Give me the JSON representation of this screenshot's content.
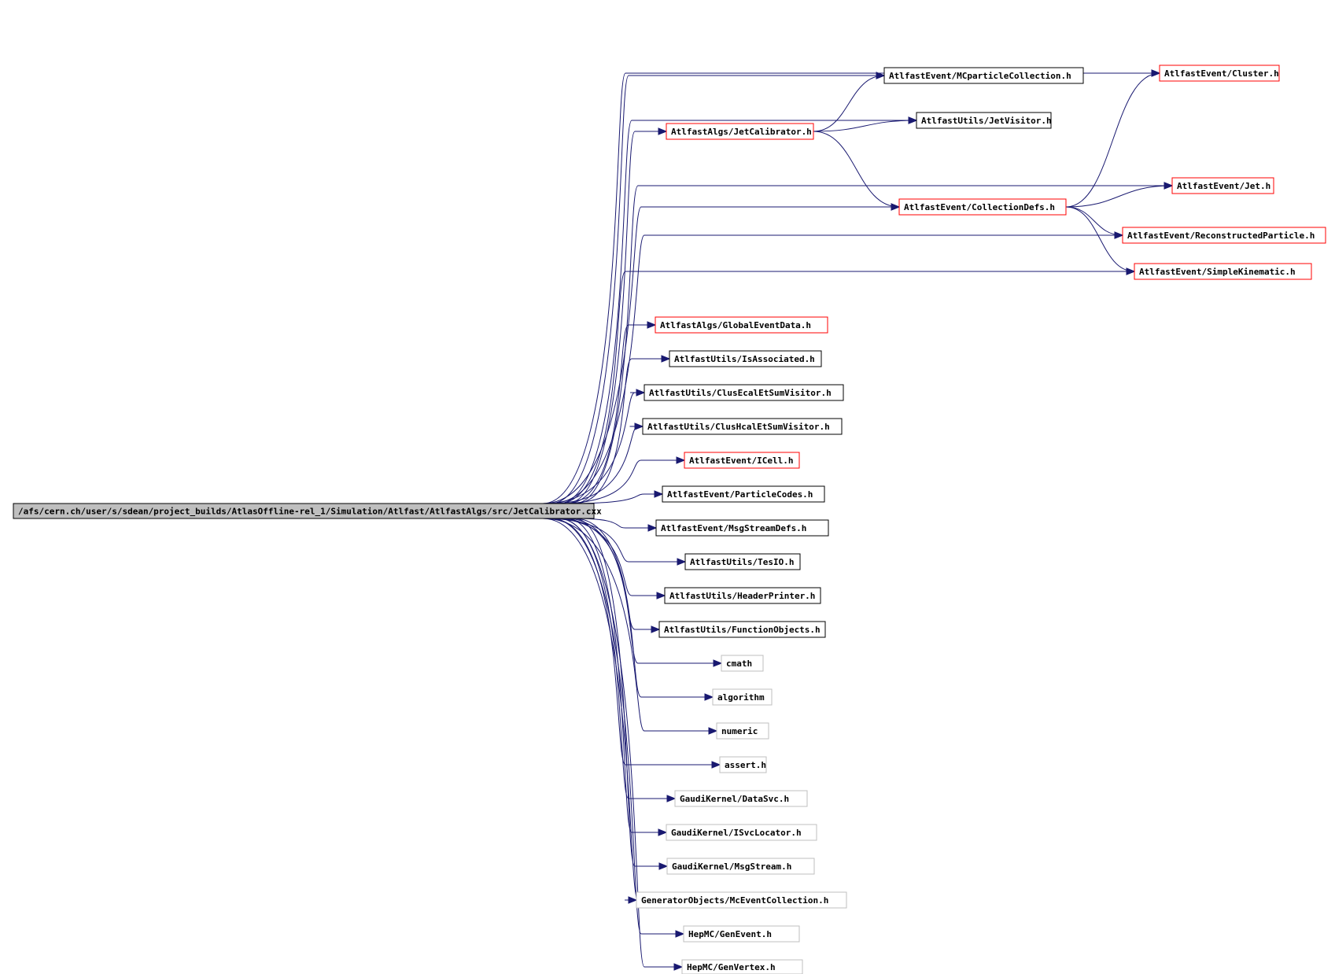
{
  "graph": {
    "title": "",
    "root": "/afs/cern.ch/user/s/sdean/project_builds/AtlasOffline-rel_1/Simulation/Atlfast/AtlfastAlgs/src/JetCalibrator.cxx",
    "colors": {
      "edge": "#191970",
      "root_fill": "#bfbfbf",
      "documented_border": "#000000",
      "truncated_border": "#ff0000",
      "external_border": "#bfbfbf"
    },
    "nodes": [
      {
        "id": "root",
        "label": "/afs/cern.ch/user/s/sdean/project_builds/AtlasOffline-rel_1/Simulation/Atlfast/AtlfastAlgs/src/JetCalibrator.cxx",
        "kind": "root"
      },
      {
        "id": "cluster",
        "label": "AtlfastEvent/Cluster.h",
        "kind": "truncated"
      },
      {
        "id": "mcpc",
        "label": "AtlfastEvent/MCparticleCollection.h",
        "kind": "documented"
      },
      {
        "id": "jetvisitor",
        "label": "AtlfastUtils/JetVisitor.h",
        "kind": "documented"
      },
      {
        "id": "jetcal",
        "label": "AtlfastAlgs/JetCalibrator.h",
        "kind": "truncated"
      },
      {
        "id": "jet",
        "label": "AtlfastEvent/Jet.h",
        "kind": "truncated"
      },
      {
        "id": "colldefs",
        "label": "AtlfastEvent/CollectionDefs.h",
        "kind": "truncated"
      },
      {
        "id": "recopart",
        "label": "AtlfastEvent/ReconstructedParticle.h",
        "kind": "truncated"
      },
      {
        "id": "simplekin",
        "label": "AtlfastEvent/SimpleKinematic.h",
        "kind": "truncated"
      },
      {
        "id": "globalevt",
        "label": "AtlfastAlgs/GlobalEventData.h",
        "kind": "truncated"
      },
      {
        "id": "isassoc",
        "label": "AtlfastUtils/IsAssociated.h",
        "kind": "documented"
      },
      {
        "id": "clusecal",
        "label": "AtlfastUtils/ClusEcalEtSumVisitor.h",
        "kind": "documented"
      },
      {
        "id": "clushcal",
        "label": "AtlfastUtils/ClusHcalEtSumVisitor.h",
        "kind": "documented"
      },
      {
        "id": "icell",
        "label": "AtlfastEvent/ICell.h",
        "kind": "truncated"
      },
      {
        "id": "partcodes",
        "label": "AtlfastEvent/ParticleCodes.h",
        "kind": "documented"
      },
      {
        "id": "msgdefs",
        "label": "AtlfastEvent/MsgStreamDefs.h",
        "kind": "documented"
      },
      {
        "id": "tesio",
        "label": "AtlfastUtils/TesIO.h",
        "kind": "documented"
      },
      {
        "id": "hdrprinter",
        "label": "AtlfastUtils/HeaderPrinter.h",
        "kind": "documented"
      },
      {
        "id": "funcobj",
        "label": "AtlfastUtils/FunctionObjects.h",
        "kind": "documented"
      },
      {
        "id": "cmath",
        "label": "cmath",
        "kind": "external"
      },
      {
        "id": "algorithm",
        "label": "algorithm",
        "kind": "external"
      },
      {
        "id": "numeric",
        "label": "numeric",
        "kind": "external"
      },
      {
        "id": "assert",
        "label": "assert.h",
        "kind": "external"
      },
      {
        "id": "datasvc",
        "label": "GaudiKernel/DataSvc.h",
        "kind": "external"
      },
      {
        "id": "isvcloc",
        "label": "GaudiKernel/ISvcLocator.h",
        "kind": "external"
      },
      {
        "id": "msgstream",
        "label": "GaudiKernel/MsgStream.h",
        "kind": "external"
      },
      {
        "id": "mcevtcoll",
        "label": "GeneratorObjects/McEventCollection.h",
        "kind": "external"
      },
      {
        "id": "genevent",
        "label": "HepMC/GenEvent.h",
        "kind": "external"
      },
      {
        "id": "genvertex",
        "label": "HepMC/GenVertex.h",
        "kind": "external"
      }
    ],
    "edges": [
      [
        "root",
        "cluster"
      ],
      [
        "root",
        "mcpc"
      ],
      [
        "root",
        "jetvisitor"
      ],
      [
        "root",
        "jetcal"
      ],
      [
        "root",
        "jet"
      ],
      [
        "root",
        "colldefs"
      ],
      [
        "root",
        "recopart"
      ],
      [
        "root",
        "simplekin"
      ],
      [
        "root",
        "globalevt"
      ],
      [
        "root",
        "isassoc"
      ],
      [
        "root",
        "clusecal"
      ],
      [
        "root",
        "clushcal"
      ],
      [
        "root",
        "icell"
      ],
      [
        "root",
        "partcodes"
      ],
      [
        "root",
        "msgdefs"
      ],
      [
        "root",
        "tesio"
      ],
      [
        "root",
        "hdrprinter"
      ],
      [
        "root",
        "funcobj"
      ],
      [
        "root",
        "cmath"
      ],
      [
        "root",
        "algorithm"
      ],
      [
        "root",
        "numeric"
      ],
      [
        "root",
        "assert"
      ],
      [
        "root",
        "datasvc"
      ],
      [
        "root",
        "isvcloc"
      ],
      [
        "root",
        "msgstream"
      ],
      [
        "root",
        "mcevtcoll"
      ],
      [
        "root",
        "genevent"
      ],
      [
        "root",
        "genvertex"
      ],
      [
        "jetcal",
        "mcpc"
      ],
      [
        "jetcal",
        "jetvisitor"
      ],
      [
        "jetcal",
        "colldefs"
      ],
      [
        "colldefs",
        "cluster"
      ],
      [
        "colldefs",
        "jet"
      ],
      [
        "colldefs",
        "recopart"
      ],
      [
        "colldefs",
        "simplekin"
      ]
    ]
  }
}
